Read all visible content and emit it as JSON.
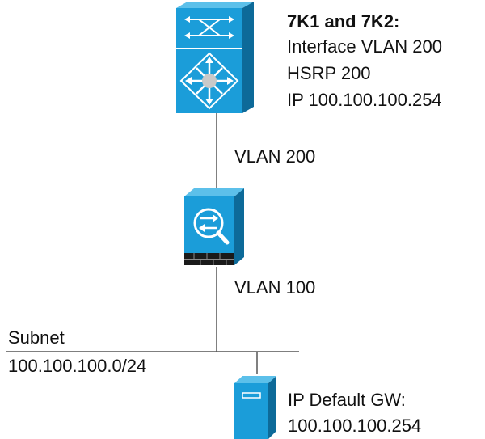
{
  "switch_info": {
    "title": "7K1 and 7K2:",
    "line1": "Interface VLAN 200",
    "line2": "HSRP 200",
    "line3": "IP 100.100.100.254"
  },
  "links": {
    "upper_vlan": "VLAN 200",
    "lower_vlan": "VLAN 100"
  },
  "subnet": {
    "label": "Subnet",
    "value": "100.100.100.0/24"
  },
  "server": {
    "label": "IP Default GW:",
    "gateway": "100.100.100.254"
  },
  "colors": {
    "device_blue": "#1b9dd9",
    "device_dark": "#0d6a99",
    "line": "#555555"
  },
  "icons": [
    "nexus-switch-icon",
    "firewall-icon",
    "server-icon"
  ]
}
